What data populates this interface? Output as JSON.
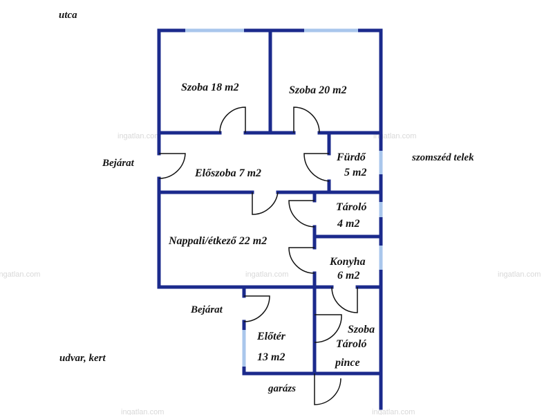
{
  "labels": {
    "street": "utca",
    "room1": "Szoba 18 m2",
    "room2": "Szoba 20 m2",
    "entrance_top": "Bejárat",
    "hall": "Előszoba 7 m2",
    "bath_name": "Fürdő",
    "bath_area": "5 m2",
    "neighbor": "szomszéd telek",
    "storage_name": "Tároló",
    "storage_area": "4 m2",
    "living": "Nappali/étkező 22 m2",
    "kitchen_name": "Konyha",
    "kitchen_area": "6 m2",
    "entrance_bottom": "Bejárat",
    "vestibule_name": "Előtér",
    "vestibule_area": "13 m2",
    "yard": "udvar, kert",
    "cellar_line1": "Szoba",
    "cellar_line2": "Tároló",
    "cellar_line3": "pince",
    "garage": "garázs"
  },
  "watermark": "ingatlan.com",
  "colors": {
    "wall": "#1b2a8c",
    "window": "#a9c6ec",
    "text": "#141414",
    "watermark": "#d8d8d8"
  }
}
